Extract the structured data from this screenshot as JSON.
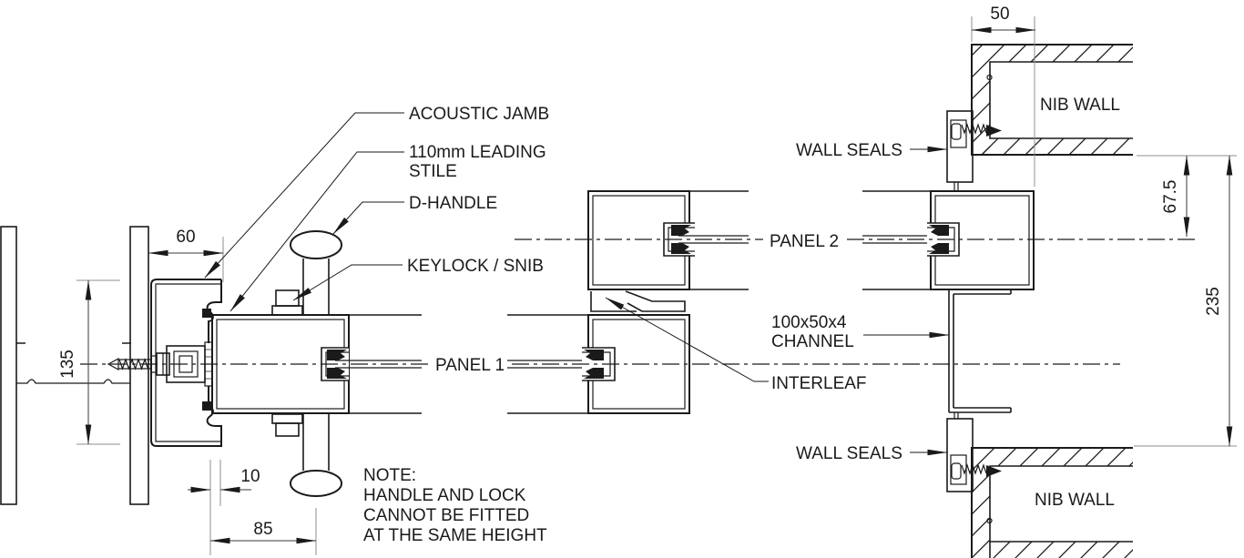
{
  "colors": {
    "line": "#1a1a1a",
    "extension": "#8f8f8f",
    "background": "#ffffff"
  },
  "labels": {
    "acoustic_jamb": "ACOUSTIC JAMB",
    "leading_stile_line1": "110mm LEADING",
    "leading_stile_line2": "STILE",
    "d_handle": "D-HANDLE",
    "keylock_snib": "KEYLOCK / SNIB",
    "panel_1": "PANEL 1",
    "panel_2": "PANEL 2",
    "channel_line1": "100x50x4",
    "channel_line2": "CHANNEL",
    "interleaf": "INTERLEAF",
    "wall_seals_top": "WALL SEALS",
    "wall_seals_bottom": "WALL SEALS",
    "nib_wall_top": "NIB WALL",
    "nib_wall_bottom": "NIB WALL"
  },
  "note": {
    "line1": "NOTE:",
    "line2": "HANDLE AND LOCK",
    "line3": "CANNOT BE FITTED",
    "line4": "AT THE SAME HEIGHT"
  },
  "dimensions": {
    "jamb_offset": "60",
    "wall_cavity": "135",
    "nose_gap": "10",
    "handle_offset": "85",
    "nib_wall_width": "50",
    "panel_offset": "67.5",
    "opening_depth": "235"
  }
}
